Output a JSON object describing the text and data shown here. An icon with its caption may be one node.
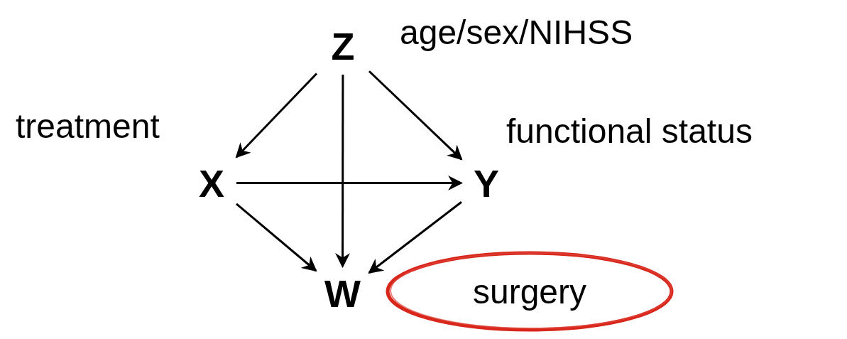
{
  "diagram": {
    "nodes": [
      {
        "text": [
          "Z"
        ],
        "beside": [
          "age/sex/NIHSS"
        ]
      },
      {
        "text": [
          "X"
        ],
        "beside": [
          "treatment"
        ]
      },
      {
        "text": [
          "Y"
        ],
        "beside": [
          "functional status"
        ]
      },
      {
        "text": [
          "W"
        ]
      },
      {
        "text": [
          "surgery"
        ]
      }
    ],
    "edges": [
      {
        "from": 0,
        "to": 1,
        "arrow": "to"
      },
      {
        "from": 0,
        "to": 3,
        "arrow": "to"
      },
      {
        "from": 0,
        "to": 2,
        "arrow": "to"
      },
      {
        "from": 1,
        "to": 2,
        "arrow": "to"
      },
      {
        "from": 1,
        "to": 3,
        "arrow": "to"
      },
      {
        "from": 2,
        "to": 3,
        "arrow": "to"
      }
    ]
  }
}
